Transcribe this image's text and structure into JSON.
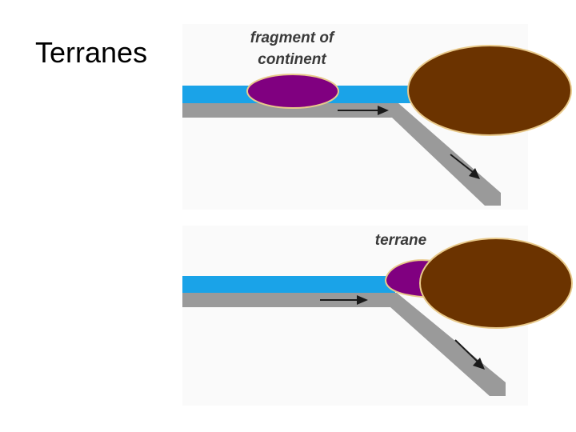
{
  "slide": {
    "title": "Terranes"
  },
  "diagram": {
    "stage_before": {
      "label_line1": "fragment of",
      "label_line2": "continent"
    },
    "stage_after": {
      "label": "terrane"
    },
    "colors": {
      "ocean": "#1aa3e8",
      "plate": "#9a9a9a",
      "fragment": "#800080",
      "continent": "#6b3300",
      "outline": "#e8c98a",
      "arrow": "#1a1a1a"
    }
  }
}
